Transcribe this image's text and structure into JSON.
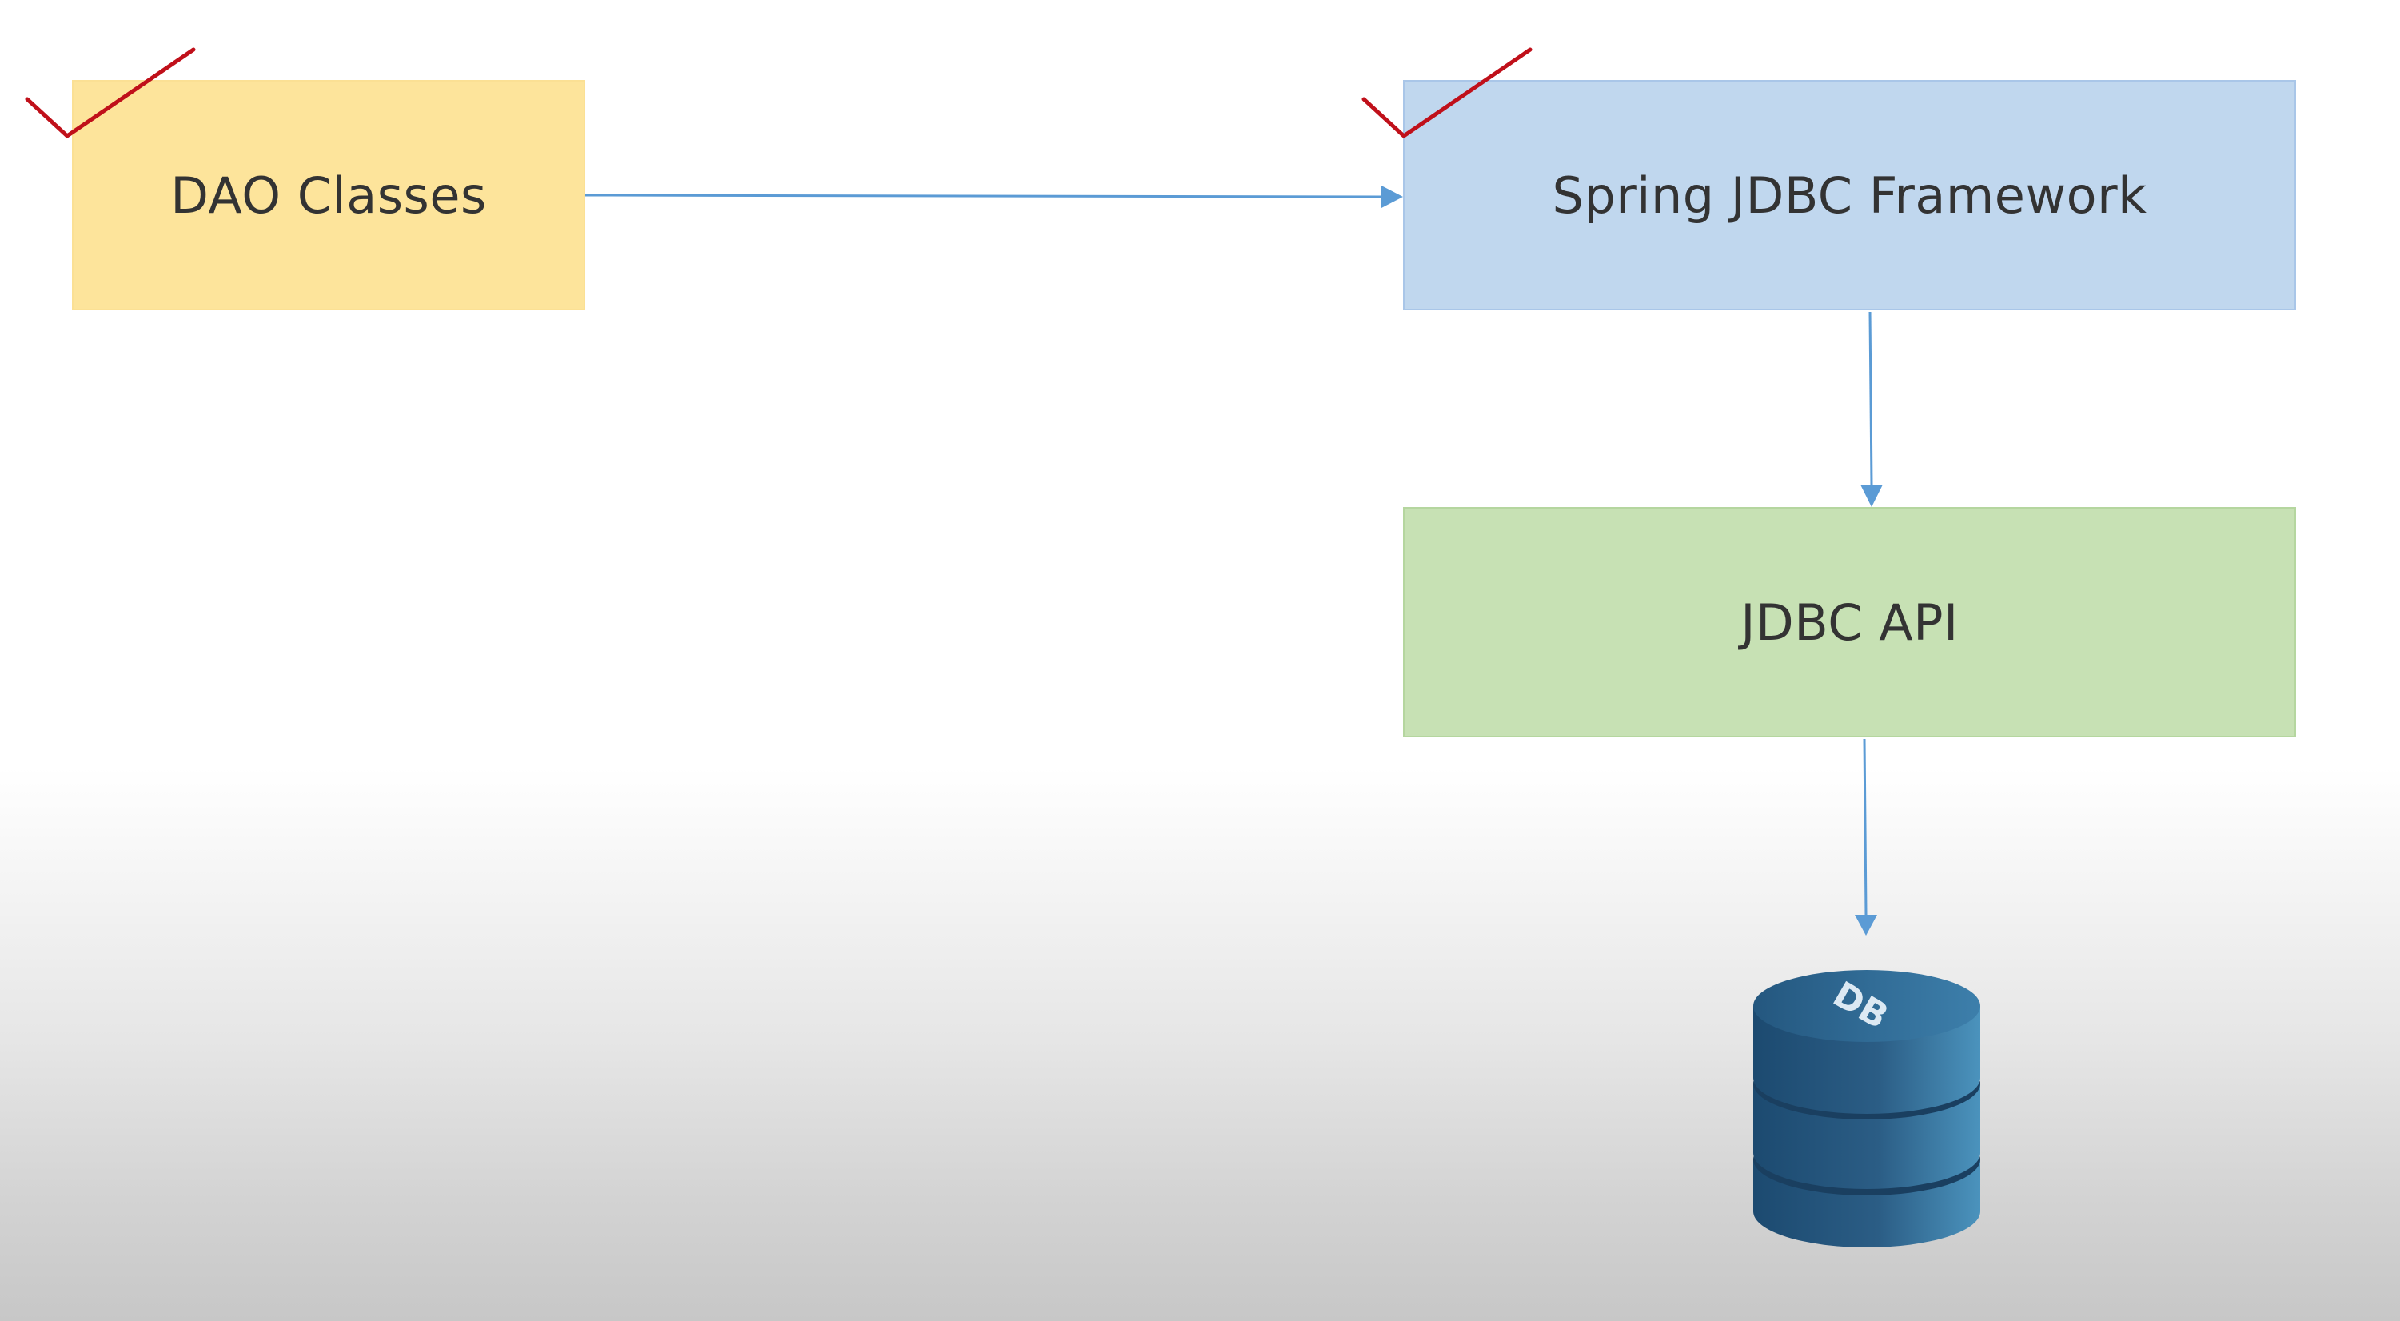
{
  "diagram": {
    "nodes": {
      "dao": {
        "label": "DAO Classes",
        "color": "#fde49b",
        "checked": true
      },
      "spring": {
        "label": "Spring JDBC Framework",
        "color": "#c0d7ee",
        "checked": true
      },
      "jdbc": {
        "label": "JDBC API",
        "color": "#c7e1b4",
        "checked": false
      },
      "db": {
        "label": "DB",
        "color": "#2b5d85"
      }
    },
    "edges": [
      {
        "from": "DAO Classes",
        "to": "Spring JDBC Framework"
      },
      {
        "from": "Spring JDBC Framework",
        "to": "JDBC API"
      },
      {
        "from": "JDBC API",
        "to": "DB"
      }
    ],
    "colors": {
      "arrow": "#5b9bd5",
      "checkmark": "#c0101a"
    }
  }
}
